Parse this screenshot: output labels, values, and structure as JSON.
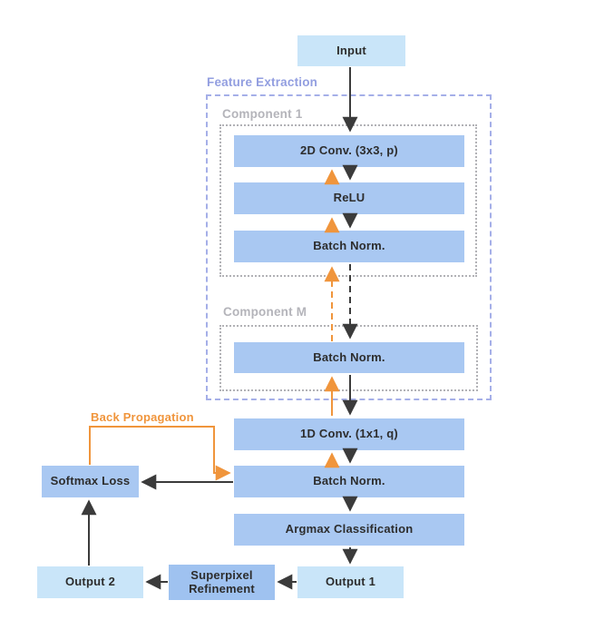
{
  "diagram": {
    "containers": {
      "feature_extraction": {
        "label": "Feature Extraction"
      },
      "component1": {
        "label": "Component 1"
      },
      "componentM": {
        "label": "Component M"
      }
    },
    "nodes": {
      "input": "Input",
      "conv2d": "2D Conv. (3x3, p)",
      "relu": "ReLU",
      "batchnorm1": "Batch Norm.",
      "batchnormM": "Batch Norm.",
      "conv1d": "1D Conv. (1x1, q)",
      "batchnorm2": "Batch Norm.",
      "argmax": "Argmax Classification",
      "output1": "Output 1",
      "superpixel": "Superpixel Refinement",
      "output2": "Output 2",
      "softmax": "Softmax Loss"
    },
    "annotations": {
      "back_propagation": "Back Propagation"
    },
    "colors": {
      "node_blue": "#a9c8f2",
      "node_light_blue": "#c9e5f9",
      "node_superpixel_blue": "#9fc2f0",
      "orange_backprop": "#f0953c",
      "feature_extraction_purple": "#929ee0",
      "component_label_gray": "#b4b4ba",
      "arrow_black": "#3b3b3b",
      "text": "#2d2d2d"
    }
  }
}
